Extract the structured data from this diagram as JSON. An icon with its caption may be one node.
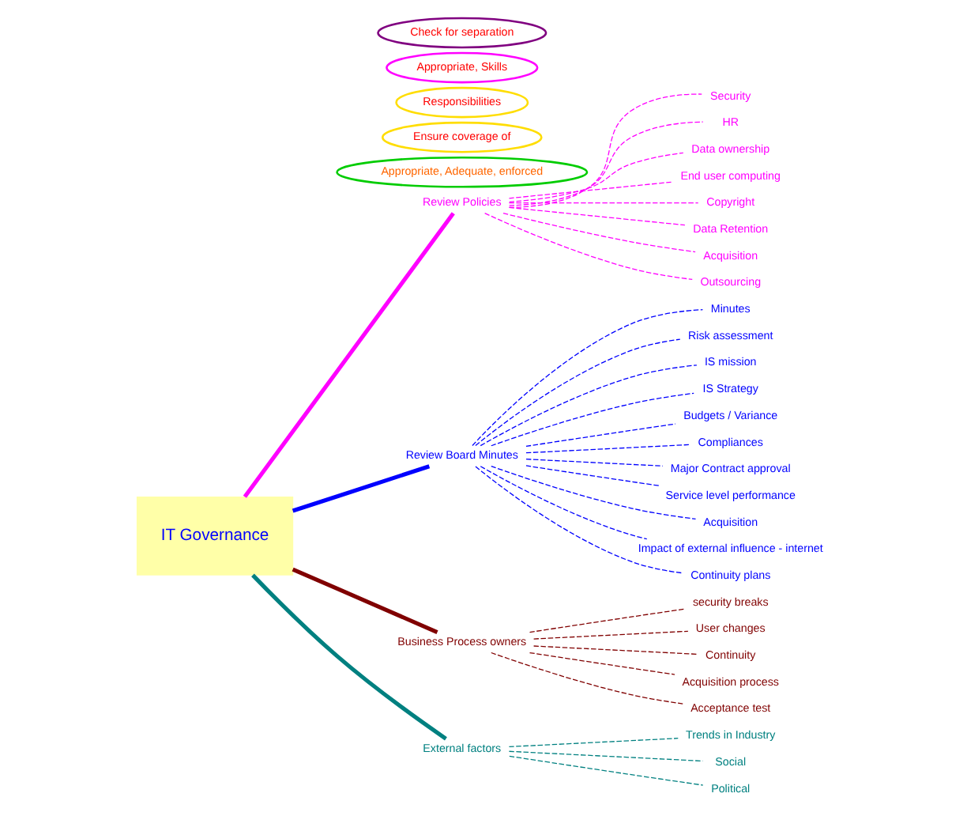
{
  "diagram": {
    "nodes": [
      {
        "text": [
          "IT Governance"
        ]
      },
      {
        "text": [
          "Review Policies"
        ]
      },
      {
        "text": [
          "Security"
        ]
      },
      {
        "text": [
          "HR"
        ]
      },
      {
        "text": [
          "Data ownership"
        ]
      },
      {
        "text": [
          "End user computing"
        ]
      },
      {
        "text": [
          "Copyright"
        ]
      },
      {
        "text": [
          "Data Retention"
        ]
      },
      {
        "text": [
          "Acquisition"
        ]
      },
      {
        "text": [
          "Outsourcing"
        ]
      },
      {
        "text": [
          "Appropriate, Adequate, enforced"
        ]
      },
      {
        "text": [
          "Review Board Minutes"
        ]
      },
      {
        "text": [
          "Minutes"
        ]
      },
      {
        "text": [
          "Risk assessment"
        ]
      },
      {
        "text": [
          "IS mission"
        ]
      },
      {
        "text": [
          "IS Strategy"
        ]
      },
      {
        "text": [
          "Budgets / Variance"
        ]
      },
      {
        "text": [
          "Compliances"
        ]
      },
      {
        "text": [
          "Major Contract approval"
        ]
      },
      {
        "text": [
          "Service level performance"
        ]
      },
      {
        "text": [
          "Acquisition"
        ]
      },
      {
        "text": [
          "Impact of external influence - internet"
        ]
      },
      {
        "text": [
          "Continuity plans"
        ]
      },
      {
        "text": [
          "Ensure coverage of"
        ]
      },
      {
        "text": [
          "Business Process owners"
        ]
      },
      {
        "text": [
          "security breaks"
        ]
      },
      {
        "text": [
          "User changes"
        ]
      },
      {
        "text": [
          "Continuity"
        ]
      },
      {
        "text": [
          "Acquisition process"
        ]
      },
      {
        "text": [
          "Acceptance test"
        ]
      },
      {
        "text": [
          "Responsibilities"
        ]
      },
      {
        "text": [
          "External factors"
        ]
      },
      {
        "text": [
          "Trends in Industry"
        ]
      },
      {
        "text": [
          "Social"
        ]
      },
      {
        "text": [
          "Political"
        ]
      },
      {
        "text": [
          "Appropriate, Skills"
        ]
      },
      {
        "text": [
          "Check for separation"
        ]
      }
    ],
    "edges": [
      {
        "from": 0,
        "to": 1,
        "arrow": "none",
        "style": "thick",
        "color": "#ff00ff"
      },
      {
        "from": 1,
        "to": 2,
        "arrow": "none",
        "style": "dashed",
        "color": "#ff00ff"
      },
      {
        "from": 1,
        "to": 3,
        "arrow": "none",
        "style": "dashed",
        "color": "#ff00ff"
      },
      {
        "from": 1,
        "to": 4,
        "arrow": "none",
        "style": "dashed",
        "color": "#ff00ff"
      },
      {
        "from": 1,
        "to": 5,
        "arrow": "none",
        "style": "dashed",
        "color": "#ff00ff"
      },
      {
        "from": 1,
        "to": 6,
        "arrow": "none",
        "style": "dashed",
        "color": "#ff00ff"
      },
      {
        "from": 1,
        "to": 7,
        "arrow": "none",
        "style": "dashed",
        "color": "#ff00ff"
      },
      {
        "from": 1,
        "to": 8,
        "arrow": "none",
        "style": "dashed",
        "color": "#ff00ff"
      },
      {
        "from": 1,
        "to": 9,
        "arrow": "none",
        "style": "dashed",
        "color": "#ff00ff"
      },
      {
        "from": 0,
        "to": 11,
        "arrow": "none",
        "style": "thick"
      },
      {
        "from": 11,
        "to": 12,
        "arrow": "none",
        "style": "dashed"
      },
      {
        "from": 11,
        "to": 13,
        "arrow": "none",
        "style": "dashed"
      },
      {
        "from": 11,
        "to": 14,
        "arrow": "none",
        "style": "dashed"
      },
      {
        "from": 11,
        "to": 15,
        "arrow": "none",
        "style": "dashed"
      },
      {
        "from": 11,
        "to": 16,
        "arrow": "none",
        "style": "dashed"
      },
      {
        "from": 11,
        "to": 17,
        "arrow": "none",
        "style": "dashed"
      },
      {
        "from": 11,
        "to": 18,
        "arrow": "none",
        "style": "dashed"
      },
      {
        "from": 11,
        "to": 19,
        "arrow": "none",
        "style": "dashed"
      },
      {
        "from": 11,
        "to": 20,
        "arrow": "none",
        "style": "dashed"
      },
      {
        "from": 11,
        "to": 21,
        "arrow": "none",
        "style": "dashed"
      },
      {
        "from": 11,
        "to": 22,
        "arrow": "none",
        "style": "dashed"
      },
      {
        "from": 0,
        "to": 24,
        "arrow": "none",
        "style": "thick",
        "color": "#800000"
      },
      {
        "from": 24,
        "to": 25,
        "arrow": "none",
        "style": "dashed",
        "color": "#800000"
      },
      {
        "from": 24,
        "to": 26,
        "arrow": "none",
        "style": "dashed",
        "color": "#800000"
      },
      {
        "from": 24,
        "to": 27,
        "arrow": "none",
        "style": "dashed",
        "color": "#800000"
      },
      {
        "from": 24,
        "to": 28,
        "arrow": "none",
        "style": "dashed",
        "color": "#800000"
      },
      {
        "from": 24,
        "to": 29,
        "arrow": "none",
        "style": "dashed",
        "color": "#800000"
      },
      {
        "from": 0,
        "to": 31,
        "arrow": "none",
        "style": "thick",
        "color": "#008080"
      },
      {
        "from": 31,
        "to": 32,
        "arrow": "none",
        "style": "dashed",
        "color": "#008080"
      },
      {
        "from": 31,
        "to": 33,
        "arrow": "none",
        "style": "dashed",
        "color": "#008080"
      },
      {
        "from": 31,
        "to": 34,
        "arrow": "none",
        "style": "dashed",
        "color": "#008080"
      }
    ]
  }
}
